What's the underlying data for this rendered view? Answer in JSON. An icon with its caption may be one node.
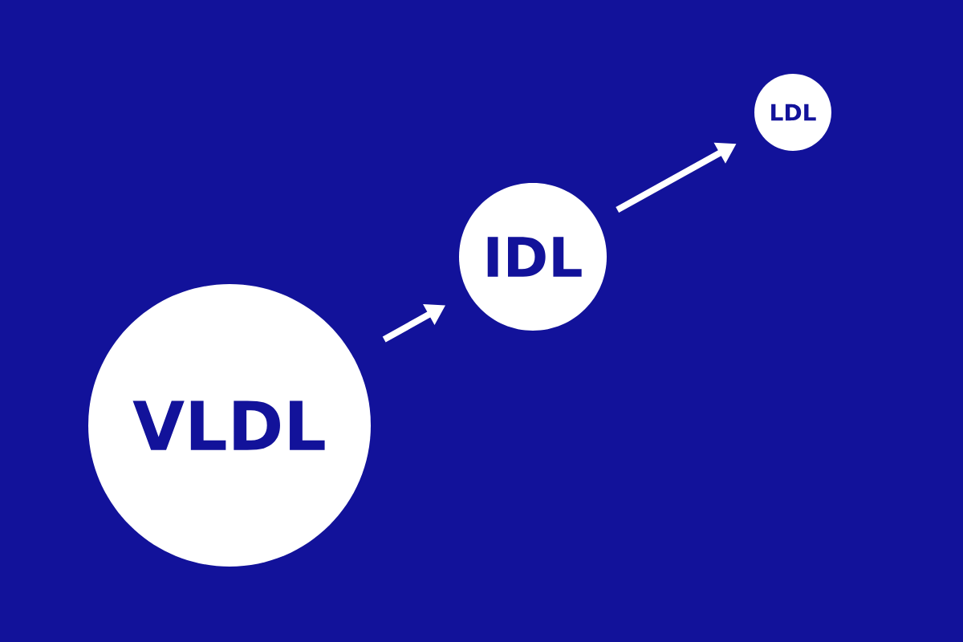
{
  "diagram": {
    "nodes": [
      {
        "text": [
          "VLDL"
        ]
      },
      {
        "text": [
          "IDL"
        ]
      },
      {
        "text": [
          "LDL"
        ]
      }
    ],
    "edges": [
      {
        "from": 0,
        "to": 1,
        "arrow": "to"
      },
      {
        "from": 1,
        "to": 2,
        "arrow": "to"
      }
    ]
  }
}
